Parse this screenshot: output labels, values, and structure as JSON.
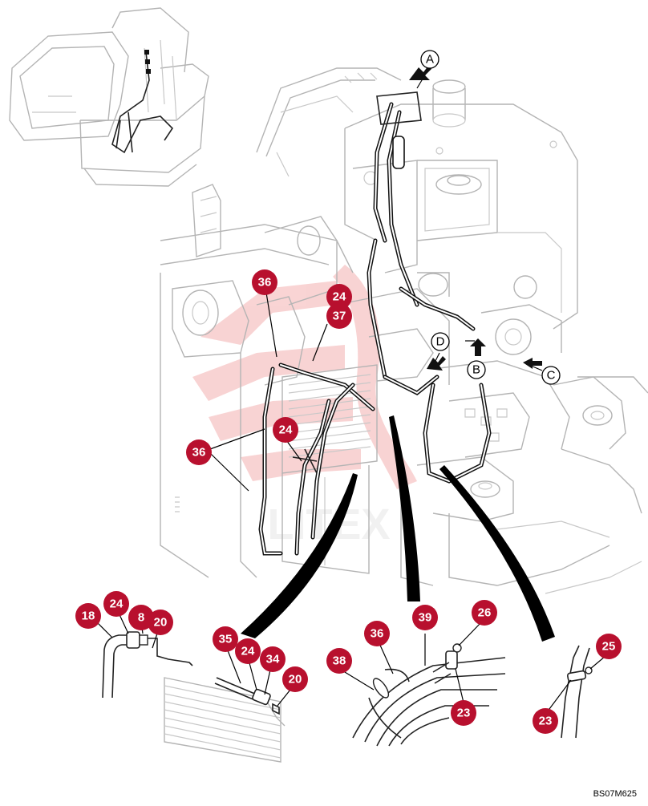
{
  "callouts": {
    "c36a": "36",
    "c24a": "24",
    "c37": "37",
    "c24b": "24",
    "c36b": "36",
    "c18": "18",
    "c24c": "24",
    "c8": "8",
    "c20a": "20",
    "c35": "35",
    "c24d": "24",
    "c34": "34",
    "c20b": "20",
    "c36c": "36",
    "c39": "39",
    "c26": "26",
    "c38": "38",
    "c23a": "23",
    "c25": "25",
    "c23b": "23"
  },
  "view_letters": {
    "a": "A",
    "b": "B",
    "c": "C",
    "d": "D"
  },
  "watermark": "LITEX",
  "drawing_code": "BS07M625",
  "colors": {
    "callout": "#b8102e",
    "watermark": "#f4b8b8",
    "linework": "#c8c8c8",
    "hose": "#111111"
  }
}
